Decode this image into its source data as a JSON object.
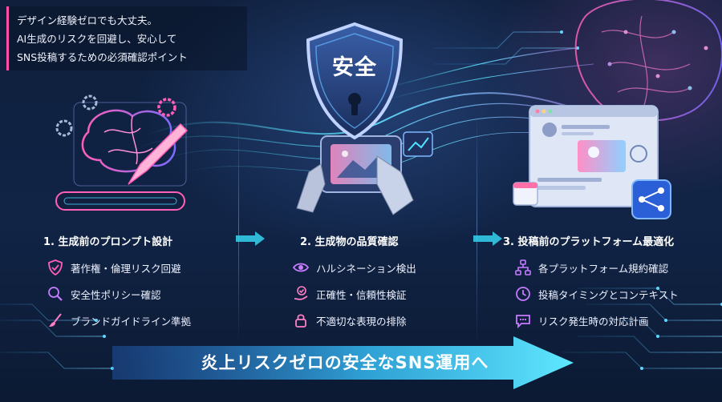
{
  "intro": {
    "lines": [
      "デザイン経験ゼロでも大丈夫。",
      "AI生成のリスクを回避し、安心して",
      "SNS投稿するための必須確認ポイント"
    ]
  },
  "hero": {
    "shield_text": "安全"
  },
  "columns": [
    {
      "title": "1. 生成前のプロンプト設計",
      "items": [
        {
          "icon": "shield-check-icon",
          "label": "著作権・倫理リスク回避"
        },
        {
          "icon": "magnifier-icon",
          "label": "安全性ポリシー確認"
        },
        {
          "icon": "paintbrush-icon",
          "label": "ブランドガイドライン準拠"
        }
      ]
    },
    {
      "title": "2. 生成物の品質確認",
      "items": [
        {
          "icon": "eye-icon",
          "label": "ハルシネーション検出"
        },
        {
          "icon": "hand-check-icon",
          "label": "正確性・信頼性検証"
        },
        {
          "icon": "lock-icon",
          "label": "不適切な表現の排除"
        }
      ]
    },
    {
      "title": "3. 投稿前のプラットフォーム最適化",
      "items": [
        {
          "icon": "sitemap-icon",
          "label": "各プラットフォーム規約確認"
        },
        {
          "icon": "clock-icon",
          "label": "投稿タイミングとコンテキスト"
        },
        {
          "icon": "speech-bubble-icon",
          "label": "リスク発生時の対応計画"
        }
      ]
    }
  ],
  "footer": {
    "banner_text": "炎上リスクゼロの安全なSNS運用へ"
  },
  "colors": {
    "background": "#112446",
    "accent_cyan": "#35d3f0",
    "accent_pink": "#ff4fa8",
    "accent_purple": "#8a6cf0"
  }
}
